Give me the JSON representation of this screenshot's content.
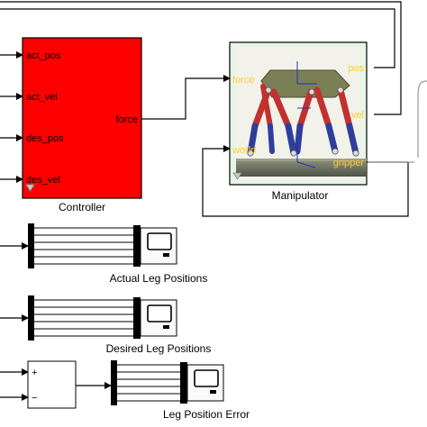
{
  "controller": {
    "ports_in": [
      "act_pos",
      "act_vel",
      "des_pos",
      "des_vel"
    ],
    "port_out": "force",
    "name": "Controller",
    "fill_color": "#ff0000"
  },
  "manipulator": {
    "ports_in": [
      "force",
      "world"
    ],
    "ports_out": [
      "pos",
      "vel",
      "gripper"
    ],
    "name": "Manipulator",
    "fill_color": "#e6f5e6",
    "port_label_color": "#ffcc33"
  },
  "scopes": [
    {
      "name": "Actual Leg Positions"
    },
    {
      "name": "Desired Leg Positions"
    },
    {
      "name": "Leg Position Error"
    }
  ],
  "sum_block": {
    "signs": [
      "+",
      "−"
    ]
  }
}
